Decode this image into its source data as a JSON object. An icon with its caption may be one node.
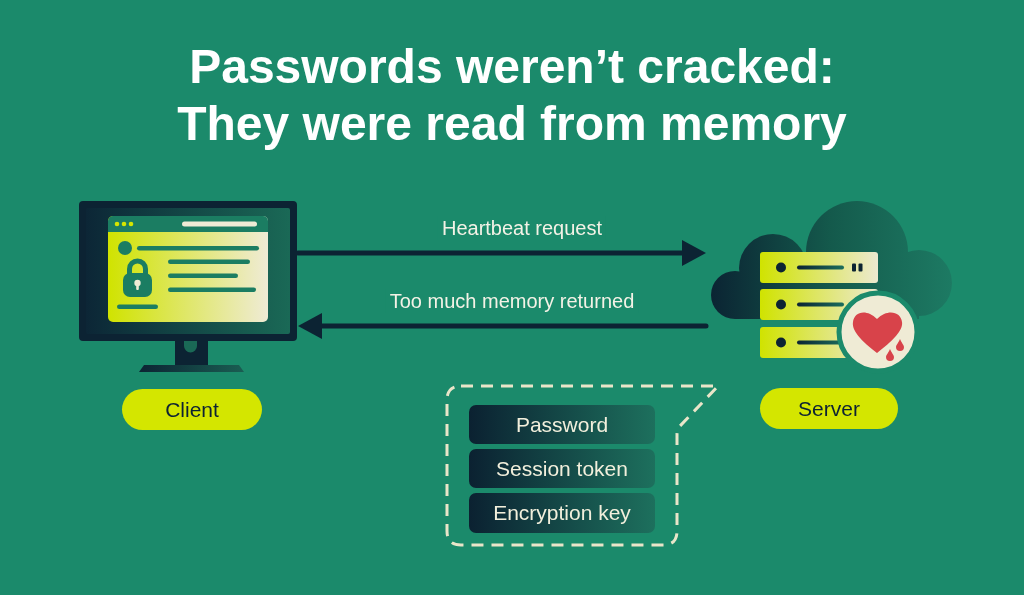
{
  "diagram": {
    "title": "Passwords weren’t cracked: They were read from memory",
    "nodes": [
      {
        "text": [],
        "shape": "picture"
      },
      {
        "text": [
          "Client"
        ]
      },
      {
        "text": [],
        "shape": "picture"
      },
      {
        "text": [
          "Server"
        ]
      },
      {
        "text": [],
        "shape": "callout"
      },
      {
        "text": [
          "Password"
        ],
        "in": 4
      },
      {
        "text": [
          "Session token"
        ],
        "in": 4
      },
      {
        "text": [
          "Encryption key"
        ],
        "in": 4
      }
    ],
    "edges": [
      {
        "from": 0,
        "to": 2,
        "arrow": "to",
        "label": "Heartbeat request"
      },
      {
        "from": 2,
        "to": 0,
        "arrow": "to",
        "label": "Too much memory returned"
      }
    ]
  }
}
